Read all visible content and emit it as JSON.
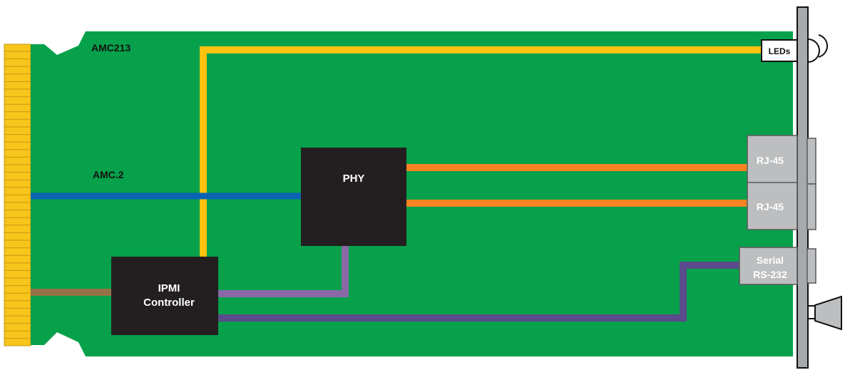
{
  "board": {
    "title": "AMC213",
    "bus_label": "AMC.2"
  },
  "blocks": {
    "phy": "PHY",
    "ipmi_line1": "IPMI",
    "ipmi_line2": "Controller"
  },
  "ports": {
    "leds": "LEDs",
    "rj45_1": "RJ-45",
    "rj45_2": "RJ-45",
    "serial_line1": "Serial",
    "serial_line2": "RS-232"
  },
  "colors": {
    "board": "#06a14a",
    "connector_gold": "#f7c51c",
    "led_trace": "#ffc20e",
    "amc2_trace": "#0b63b4",
    "ethernet_trace": "#f78322",
    "ipmb_trace": "#957248",
    "phy_mgmt_trace": "#8a68a8",
    "serial_trace": "#5b4a8c",
    "chip": "#231f20",
    "port": "#bcbec0",
    "faceplate": "#a7a9ac"
  }
}
